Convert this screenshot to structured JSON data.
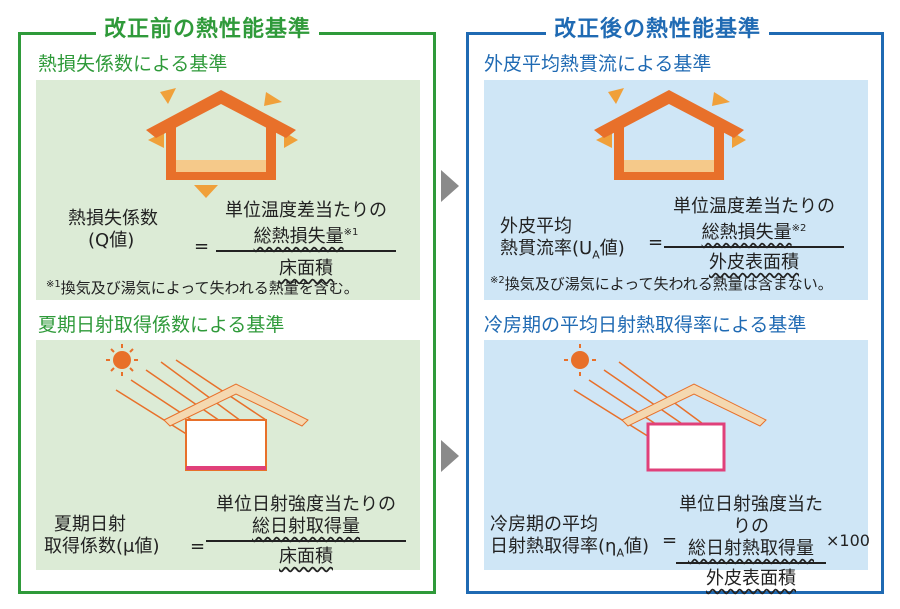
{
  "left": {
    "title": "改正前の熱性能基準",
    "heat": {
      "heading": "熱損失係数による基準",
      "label_line1": "熱損失係数",
      "label_line2": "(Q値)",
      "equals": "=",
      "num_line1": "単位温度差当たりの",
      "num_line2": "総熱損失量",
      "num_mark": "※1",
      "den": "床面積",
      "note_mark": "※1",
      "note": "換気及び湯気によって失われる熱量を含む。"
    },
    "solar": {
      "heading": "夏期日射取得係数による基準",
      "label_line1": "夏期日射",
      "label_line2": "取得係数",
      "label_sym": "(μ値)",
      "equals": "=",
      "num_line1": "単位日射強度当たりの",
      "num_line2": "総日射取得量",
      "den": "床面積"
    }
  },
  "right": {
    "title": "改正後の熱性能基準",
    "heat": {
      "heading": "外皮平均熱貫流による基準",
      "label_line1": "外皮平均",
      "label_line2": "熱貫流率",
      "label_sym_open": "(U",
      "label_sym_sub": "A",
      "label_sym_close": "値)",
      "equals": "=",
      "num_line1": "単位温度差当たりの",
      "num_line2": "総熱損失量",
      "num_mark": "※2",
      "den": "外皮表面積",
      "note_mark": "※2",
      "note": "換気及び湯気によって失われる熱量は含まない。"
    },
    "solar": {
      "heading": "冷房期の平均日射熱取得率による基準",
      "label_line1": "冷房期の平均",
      "label_line2": "日射熱取得率",
      "label_sym_open": "(η",
      "label_sym_sub": "A",
      "label_sym_close": "値)",
      "equals": "=",
      "num_line1": "単位日射強度当たりの",
      "num_line2": "総日射熱取得量",
      "den": "外皮表面積",
      "times": "×100"
    }
  },
  "colors": {
    "green": "#2f9a3a",
    "blue": "#1f6ab3",
    "orange": "#e8702a",
    "pink": "#e0407a",
    "arrow_gray": "#8a8a8a"
  }
}
